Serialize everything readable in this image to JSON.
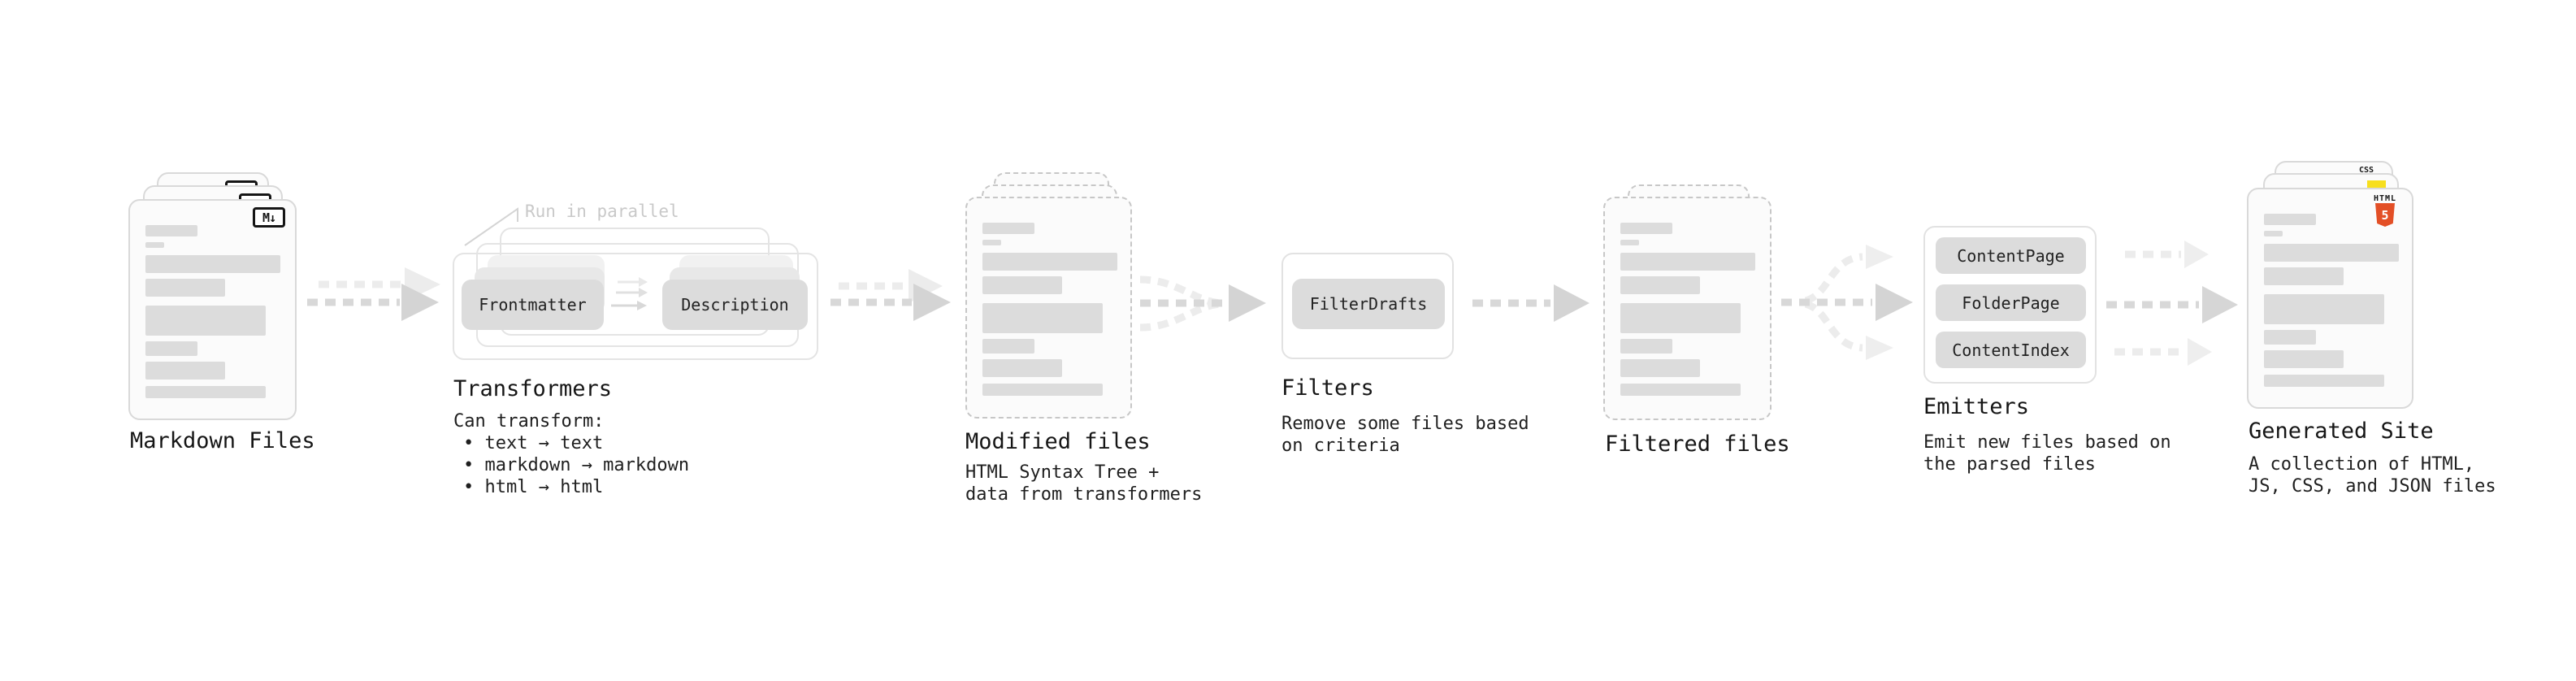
{
  "stages": {
    "markdown": {
      "label": "Markdown Files",
      "badge": "M↓"
    },
    "transformers": {
      "label": "Transformers",
      "note": "Run in parallel",
      "button_left": "Frontmatter",
      "button_right": "Description",
      "desc": [
        "Can transform:",
        "• text → text",
        "• markdown → markdown",
        "• html → html"
      ]
    },
    "modified": {
      "label": "Modified files",
      "desc": [
        "HTML Syntax Tree +",
        "data from transformers"
      ]
    },
    "filters": {
      "label": "Filters",
      "button": "FilterDrafts",
      "desc": [
        "Remove some files based",
        "on criteria"
      ]
    },
    "filtered": {
      "label": "Filtered files"
    },
    "emitters": {
      "label": "Emitters",
      "buttons": [
        "ContentPage",
        "FolderPage",
        "ContentIndex"
      ],
      "desc": [
        "Emit new files based on",
        "the parsed files"
      ]
    },
    "generated": {
      "label": "Generated Site",
      "badge_css": "CSS",
      "badge_html_word": "HTML",
      "badge_html_number": "5",
      "desc": [
        "A collection of HTML,",
        "JS, CSS, and JSON files"
      ]
    }
  },
  "colors": {
    "html5_orange": "#e34f26",
    "js_yellow": "#f7df1e",
    "css_blue": "#2965f1",
    "arrow_gray": "#d8d8d8",
    "arrow_faint": "#ececec",
    "card_border": "#d9d9d9",
    "skeleton_gray": "#dcdcdc"
  }
}
